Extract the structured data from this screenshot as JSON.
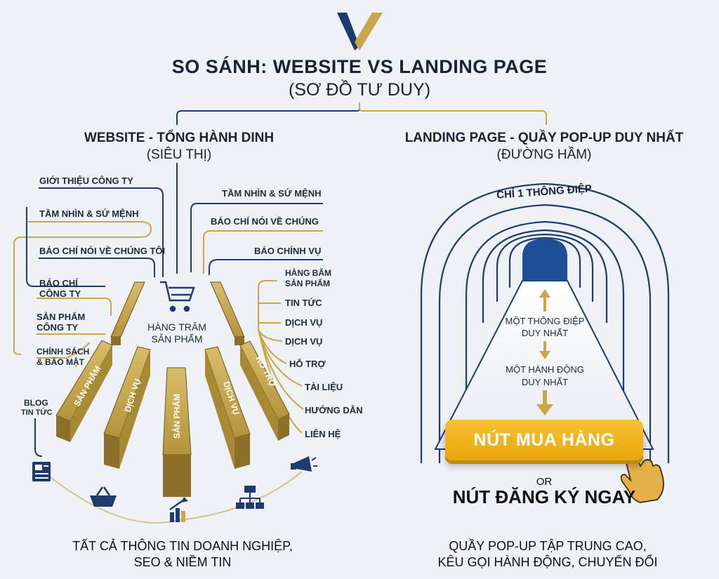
{
  "title": "SO SÁNH: WEBSITE VS LANDING PAGE",
  "subtitle": "(SƠ ĐỒ TƯ DUY)",
  "website": {
    "title": "WEBSITE - TỔNG HÀNH DINH",
    "subtitle": "(SIÊU THỊ)",
    "left_labels": [
      "GIỚI THIỆU CÔNG TY",
      "TẦM NHÌN & SỨ MỆNH",
      "BÁO CHÍ NÓI VỀ CHÚNG TÔI",
      "BÁO CHÍ",
      "CÔNG TY",
      "SẢN PHẨM",
      "CÔNG TY",
      "CHÍNH SÁCH",
      "& BẢO MẬT",
      "BLOG",
      "TIN TỨC"
    ],
    "right_labels": [
      "TẦM NHÌN & SỨ MỆNH",
      "BÁO CHÍ NÓI VỀ CHÚNG",
      "BÁO CHÍNH VỤ",
      "HÀNG BĂM",
      "SẢN PHẨM",
      "TIN TỨC",
      "DỊCH VỤ",
      "DỊCH VỤ",
      "HỖ TRỢ",
      "TÀI LIỆU",
      "HƯỚNG DẪN",
      "LIÊN HỆ"
    ],
    "center_label_1": "HÀNG TRĂM",
    "center_label_2": "SẢN PHẨM",
    "shelves": [
      "SẢN PHẨM",
      "DỊCH VỤ",
      "SẢN PHẨM",
      "DỊCH VỤ",
      "HỖ TRỢ"
    ],
    "footer_1": "TẤT CẢ THÔNG TIN DOANH NGHIỆP,",
    "footer_2": "SEO & NIỀM TIN",
    "icons": [
      "newspaper-icon",
      "basket-icon",
      "growth-chart-icon",
      "sitemap-icon",
      "megaphone-icon",
      "cart-icon"
    ]
  },
  "landing": {
    "title": "LANDING PAGE - QUẦY POP-UP DUY NHẤT",
    "subtitle": "(ĐƯỜNG HẦM)",
    "arch_label": "CHỈ 1 THÔNG ĐIỆP",
    "step_1a": "MỘT THÔNG ĐIỆP",
    "step_1b": "DUY NHẤT",
    "step_2a": "MỘT HÀNH ĐỘNG",
    "step_2b": "DUY NHẤT",
    "cta": "NÚT MUA HÀNG",
    "or": "OR",
    "cta_alt": "NÚT ĐĂNG KÝ NGAY",
    "footer_1": "QUẦY POP-UP TẬP TRUNG CAO,",
    "footer_2": "KÊU GỌI HÀNH ĐỘNG, CHUYỂN ĐỔI"
  },
  "colors": {
    "navy": "#1f3a6e",
    "gold": "#c9a64a",
    "shelf": "#b99a3c",
    "cta": "#f1b421"
  }
}
